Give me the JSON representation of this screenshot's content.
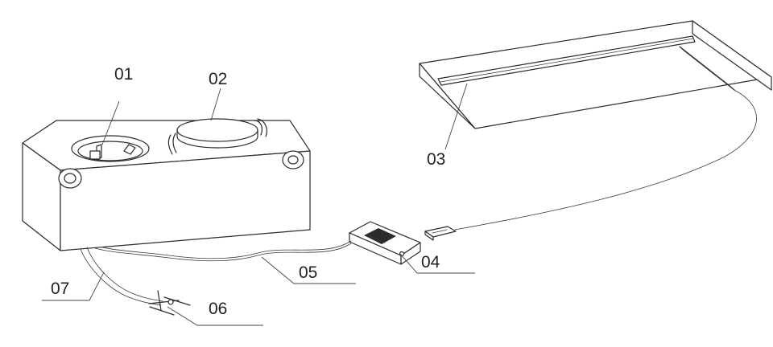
{
  "callouts": [
    {
      "id": "01",
      "label": "01"
    },
    {
      "id": "02",
      "label": "02"
    },
    {
      "id": "03",
      "label": "03"
    },
    {
      "id": "04",
      "label": "04"
    },
    {
      "id": "05",
      "label": "05"
    },
    {
      "id": "06",
      "label": "06"
    },
    {
      "id": "07",
      "label": "07"
    }
  ],
  "colors": {
    "stroke": "#2b2b2b",
    "background": "#ffffff"
  }
}
